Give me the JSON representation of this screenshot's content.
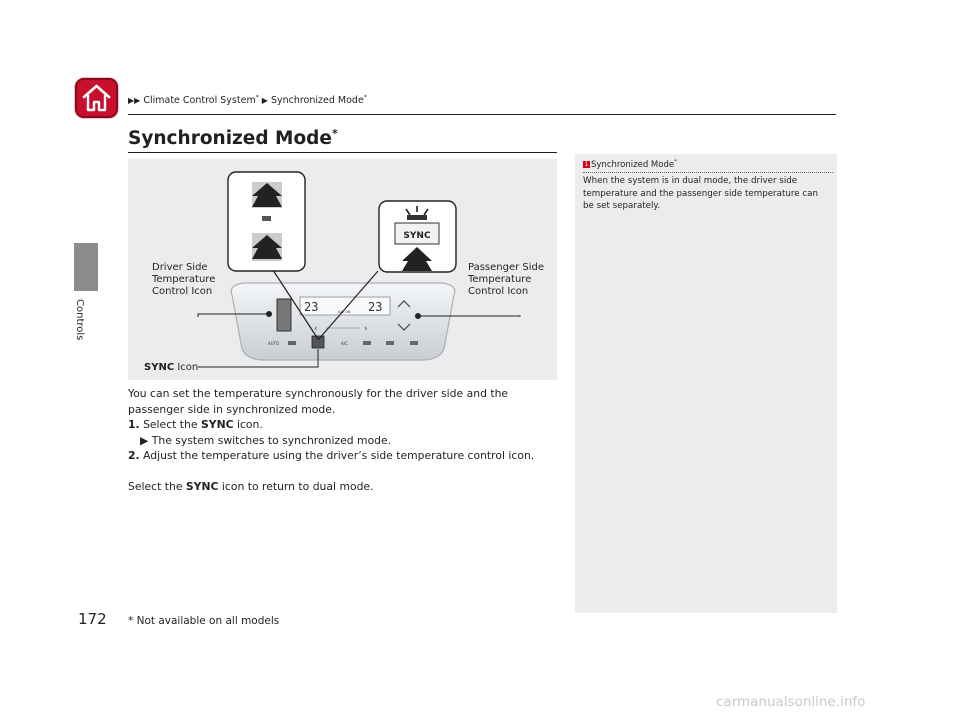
{
  "header": {
    "breadcrumb_1": "Climate Control System",
    "breadcrumb_1_mark": "*",
    "breadcrumb_2": "Synchronized Mode",
    "breadcrumb_2_mark": "*"
  },
  "side_tab": {
    "label": "Controls"
  },
  "page_number": "172",
  "section": {
    "title": "Synchronized Mode",
    "title_mark": "*"
  },
  "figure": {
    "label_driver_1": "Driver Side",
    "label_driver_2": "Temperature",
    "label_driver_3": "Control Icon",
    "label_passenger_1": "Passenger Side",
    "label_passenger_2": "Temperature",
    "label_passenger_3": "Control Icon",
    "label_sync_bold": "SYNC",
    "label_sync_rest": " Icon",
    "sync_badge": "SYNC",
    "display_left_temp": "23",
    "display_right_temp": "23",
    "display_small": "A/C ON",
    "btn_auto": "AUTO",
    "btn_ac": "A/C"
  },
  "body": {
    "intro": "You can set the temperature synchronously for the driver side and the passenger side in synchronized mode.",
    "step1_num": "1.",
    "step1_pre": "Select the ",
    "step1_bold": "SYNC",
    "step1_post": " icon.",
    "step1_result": "The system switches to synchronized mode.",
    "step2_num": "2.",
    "step2_text": "Adjust the temperature using the driver’s side temperature control icon.",
    "closing_pre": "Select the ",
    "closing_bold": "SYNC",
    "closing_post": " icon to return to dual mode."
  },
  "sidebar": {
    "heading": "Synchronized Mode",
    "heading_mark": "*",
    "text": "When the system is in dual mode, the driver side temperature and the passenger side temperature can be set separately."
  },
  "footnote": "* Not available on all models",
  "watermark": "carmanualsonline.info",
  "colors": {
    "home_red": "#c8102e",
    "panel_gray": "#ececec",
    "tab_gray": "#8c8c8c"
  }
}
